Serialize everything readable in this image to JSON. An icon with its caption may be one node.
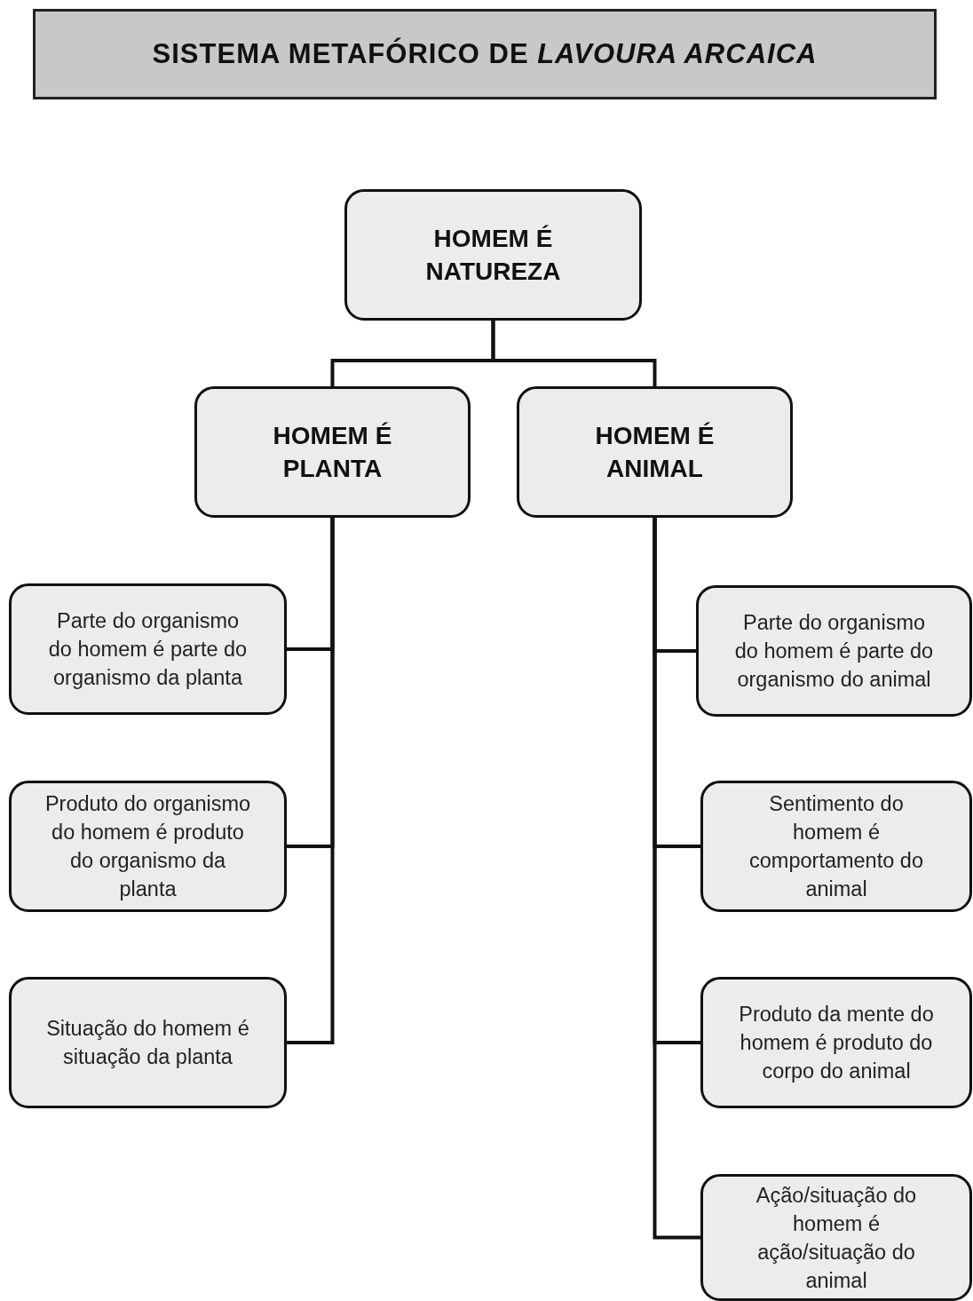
{
  "diagram": {
    "title": "SISTEMA METAFÓRICO DE *LAVOURA ARCAICA*",
    "nodes": [
      {
        "text": [
          "HOMEM É NATUREZA"
        ]
      },
      {
        "text": [
          "HOMEM É PLANTA"
        ]
      },
      {
        "text": [
          "HOMEM É ANIMAL"
        ]
      },
      {
        "text": [
          "Parte do organismo do homem é parte do organismo da planta"
        ]
      },
      {
        "text": [
          "Produto do organismo do homem é produto do organismo da planta"
        ]
      },
      {
        "text": [
          "Situação do homem é situação da planta"
        ]
      },
      {
        "text": [
          "Parte do organismo do homem é parte do organismo do animal"
        ]
      },
      {
        "text": [
          "Sentimento do homem é comportamento do animal"
        ]
      },
      {
        "text": [
          "Produto da mente do homem é produto do corpo do animal"
        ]
      },
      {
        "text": [
          "Ação/situação do homem é ação/situação do animal"
        ]
      }
    ],
    "edges": [
      {
        "from": 0,
        "to": 1,
        "arrow": "none"
      },
      {
        "from": 0,
        "to": 2,
        "arrow": "none"
      },
      {
        "from": 1,
        "to": 3,
        "arrow": "none"
      },
      {
        "from": 1,
        "to": 4,
        "arrow": "none"
      },
      {
        "from": 1,
        "to": 5,
        "arrow": "none"
      },
      {
        "from": 2,
        "to": 6,
        "arrow": "none"
      },
      {
        "from": 2,
        "to": 7,
        "arrow": "none"
      },
      {
        "from": 2,
        "to": 8,
        "arrow": "none"
      },
      {
        "from": 2,
        "to": 9,
        "arrow": "none"
      }
    ]
  }
}
